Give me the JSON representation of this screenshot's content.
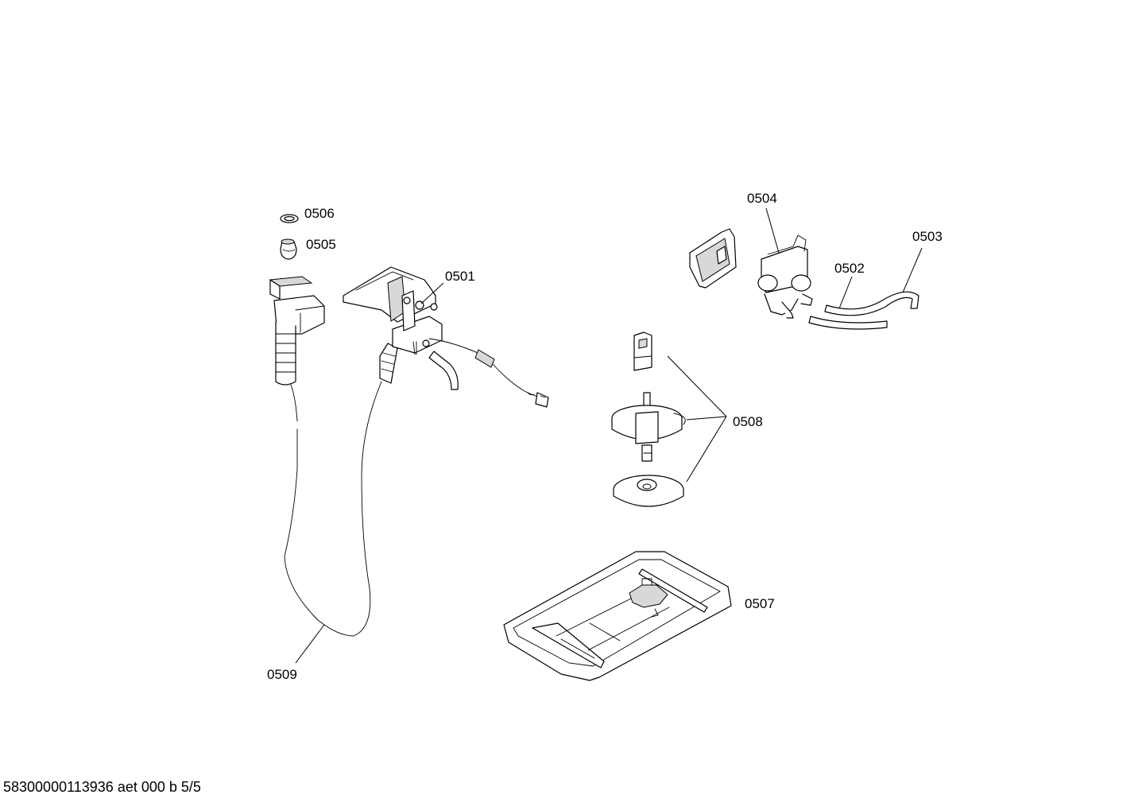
{
  "labels": {
    "p0501": "0501",
    "p0502": "0502",
    "p0503": "0503",
    "p0504": "0504",
    "p0505": "0505",
    "p0506": "0506",
    "p0507": "0507",
    "p0508": "0508",
    "p0509": "0509"
  },
  "footer": {
    "code": "58300000113936 aet 000 b 5/5"
  }
}
